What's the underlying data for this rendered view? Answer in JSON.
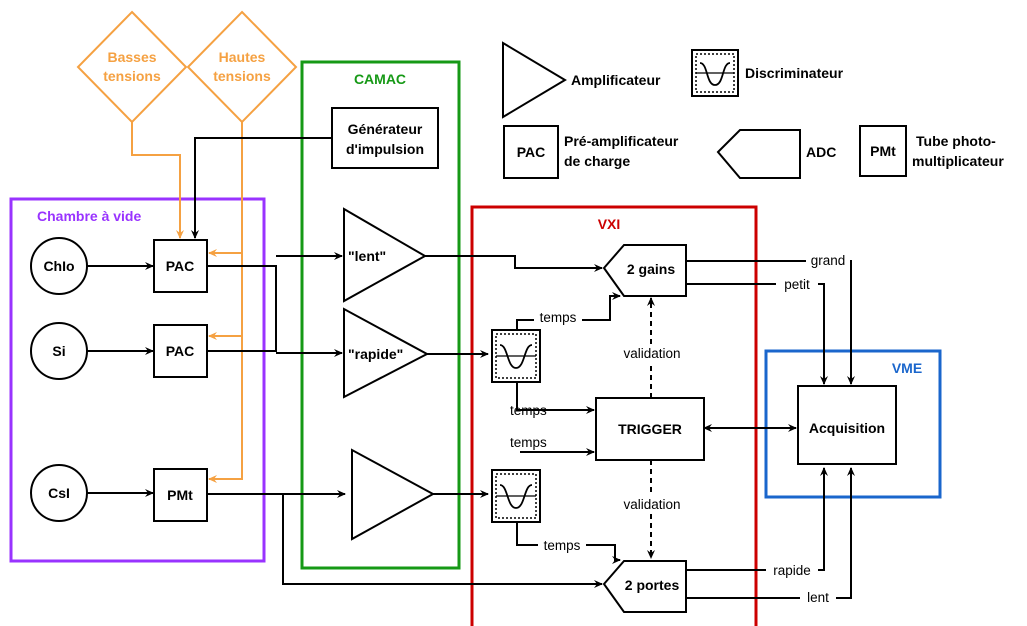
{
  "colors": {
    "vacuum": "#9933ff",
    "camac": "#169916",
    "vxi": "#cc0000",
    "vme": "#1a66cc",
    "hv": "#f5a142"
  },
  "legend": {
    "amplifier": "Amplificateur",
    "discriminator": "Discriminateur",
    "pac_box": "PAC",
    "pac_line1": "Pré-amplificateur",
    "pac_line2": "de charge",
    "adc": "ADC",
    "pmt_box": "PMt",
    "pmt_line1": "Tube photo-",
    "pmt_line2": "multiplicateur"
  },
  "power": {
    "low_line1": "Basses",
    "low_line2": "tensions",
    "high_line1": "Hautes",
    "high_line2": "tensions"
  },
  "regions": {
    "vacuum": "Chambre à vide",
    "camac": "CAMAC",
    "vxi": "VXI",
    "vme": "VME"
  },
  "detectors": {
    "chio": "ChIo",
    "si": "Si",
    "csi": "CsI"
  },
  "preamps": {
    "pac1": "PAC",
    "pac2": "PAC",
    "pmt": "PMt"
  },
  "camac": {
    "pulser_line1": "Générateur",
    "pulser_line2": "d'impulsion",
    "amp_slow": "\"lent\"",
    "amp_fast": "\"rapide\""
  },
  "vxi": {
    "adc_gains": "2 gains",
    "adc_gates": "2 portes",
    "trigger": "TRIGGER"
  },
  "vme": {
    "acquisition": "Acquisition"
  },
  "signals": {
    "temps_top": "temps",
    "validation_top": "validation",
    "temps_left1": "temps",
    "temps_left2": "temps",
    "validation_bottom": "validation",
    "temps_bottom": "temps",
    "grand": "grand",
    "petit": "petit",
    "rapide": "rapide",
    "lent": "lent"
  }
}
